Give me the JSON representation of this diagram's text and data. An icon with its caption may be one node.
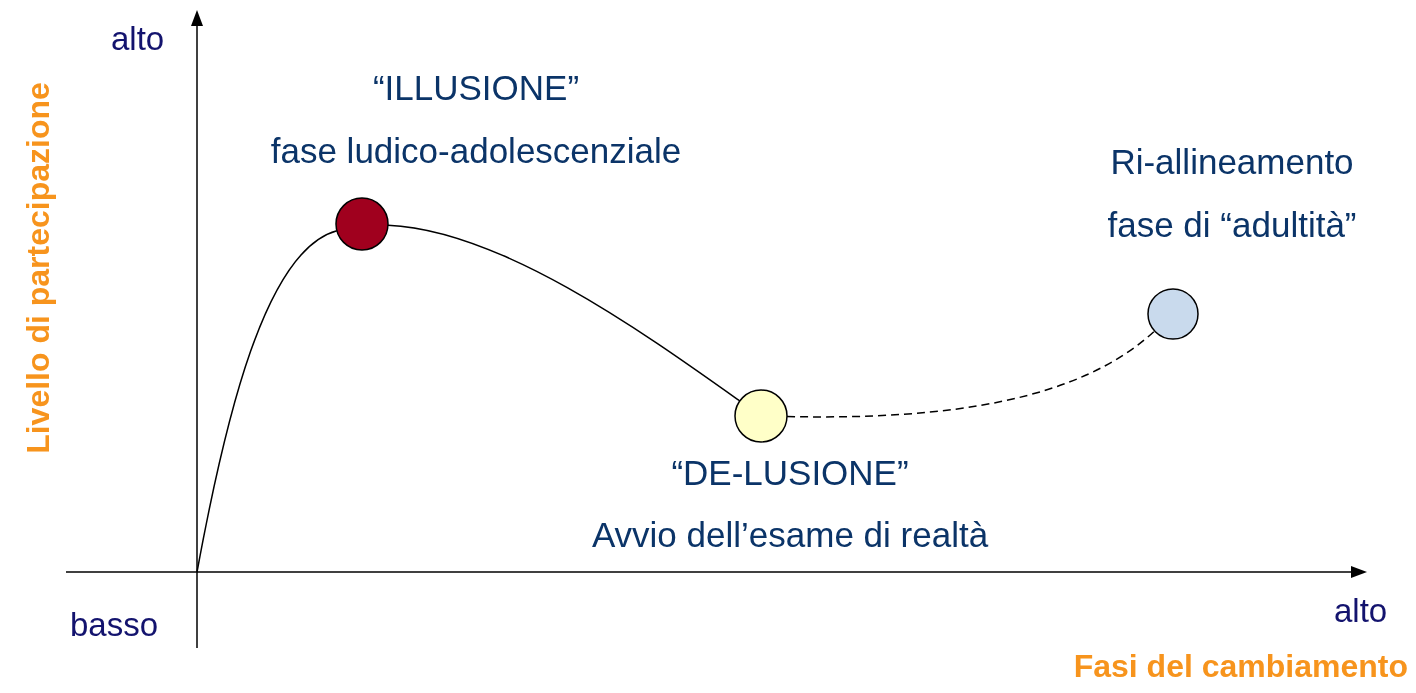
{
  "diagram": {
    "nodes": [
      {
        "text": [],
        "shape": "circle",
        "beside": [
          "“ILLUSIONE”",
          "fase ludico-adolescenziale"
        ]
      },
      {
        "text": [],
        "shape": "circle",
        "beside": [
          "“DE-LUSIONE”",
          "Avvio dell’esame di realtà"
        ]
      },
      {
        "text": [],
        "shape": "circle",
        "beside": [
          "Ri-allineamento",
          "fase di “adultità”"
        ]
      }
    ],
    "edges": [
      {
        "from": null,
        "to": 0,
        "arrow": "none"
      },
      {
        "from": 0,
        "to": 1,
        "arrow": "none"
      },
      {
        "from": 1,
        "to": 2,
        "arrow": "none",
        "style": "dashed"
      }
    ],
    "labels": [
      "Livello di partecipazione",
      "alto",
      "basso",
      "alto",
      "Fasi del cambiamento"
    ]
  }
}
